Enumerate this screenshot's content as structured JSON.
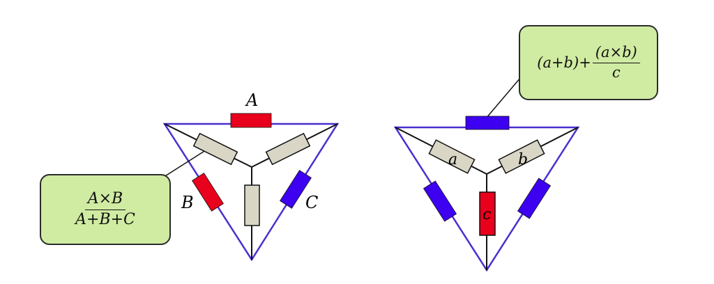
{
  "left_network": {
    "labels": {
      "A": "A",
      "B": "B",
      "C": "C"
    },
    "callout": {
      "numerator": "A×B",
      "denominator": "A+B+C"
    }
  },
  "right_network": {
    "labels": {
      "a": "a",
      "b": "b",
      "c": "c"
    },
    "callout": {
      "prefix": "(a+b)+",
      "numerator": "(a×b)",
      "denominator": "c"
    }
  },
  "colors": {
    "red_resistor": "#e8001c",
    "blue_resistor": "#3d00f0",
    "gray_resistor": "#d9d6c6",
    "triangle_wire": "#4a2fcf",
    "star_wire": "#111111",
    "callout_fill": "#d0eba2"
  }
}
